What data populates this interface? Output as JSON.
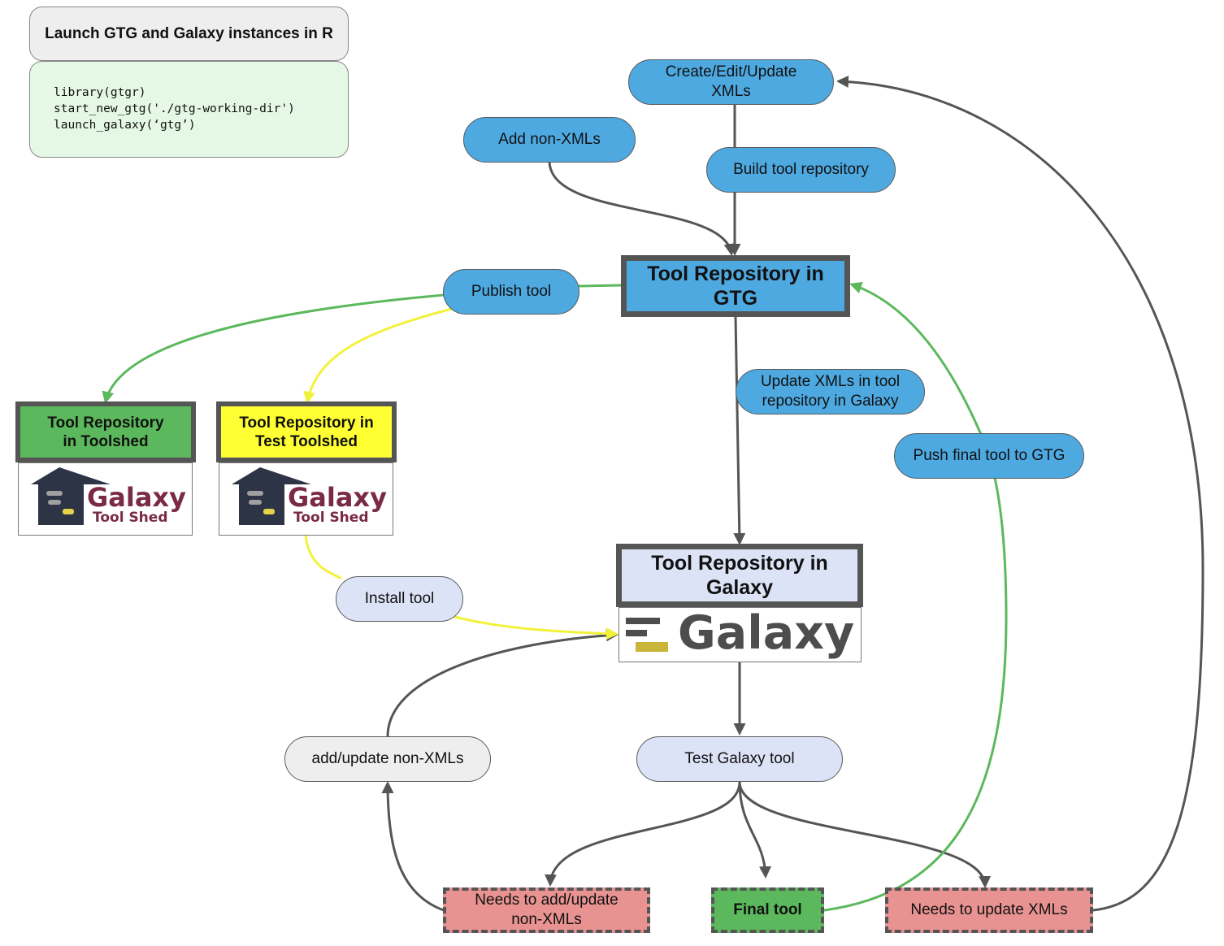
{
  "colors": {
    "blue_node": "#4ea9e1",
    "lavender_node": "#dde3f7",
    "grey_node": "#eeeeee",
    "green": "#5cb85c",
    "yellow": "#ffff33",
    "red_dashed": "#e89292",
    "code_bg": "#e5f8e5",
    "dark_arrow": "#555555",
    "green_arrow": "#5cb85c",
    "yellow_arrow": "#f2f23c"
  },
  "setup": {
    "title": "Launch GTG and Galaxy instances in R",
    "code": [
      "library(gtgr)",
      "start_new_gtg('./gtg-working-dir')",
      "launch_galaxy(‘gtg’)"
    ]
  },
  "nodes": {
    "create_edit": "Create/Edit/Update XMLs",
    "add_non_xmls": "Add non-XMLs",
    "build_repo": "Build tool repository",
    "repo_gtg": "Tool Repository in GTG",
    "publish": "Publish tool",
    "repo_toolshed": "Tool Repository in Toolshed",
    "repo_test_toolshed": "Tool Repository in Test Toolshed",
    "update_xmls_galaxy": "Update XMLs in tool repository in Galaxy",
    "push_final": "Push final tool to GTG",
    "repo_galaxy": "Tool Repository in Galaxy",
    "install": "Install tool",
    "add_update_non_xmls": "add/update non-XMLs",
    "test_galaxy": "Test Galaxy tool",
    "needs_non_xmls": "Needs to add/update non-XMLs",
    "final_tool": "Final tool",
    "needs_xmls": "Needs to update XMLs"
  },
  "logos": {
    "toolshed_word": "Galaxy",
    "toolshed_sub": "Tool Shed",
    "galaxy_word": "Galaxy"
  }
}
